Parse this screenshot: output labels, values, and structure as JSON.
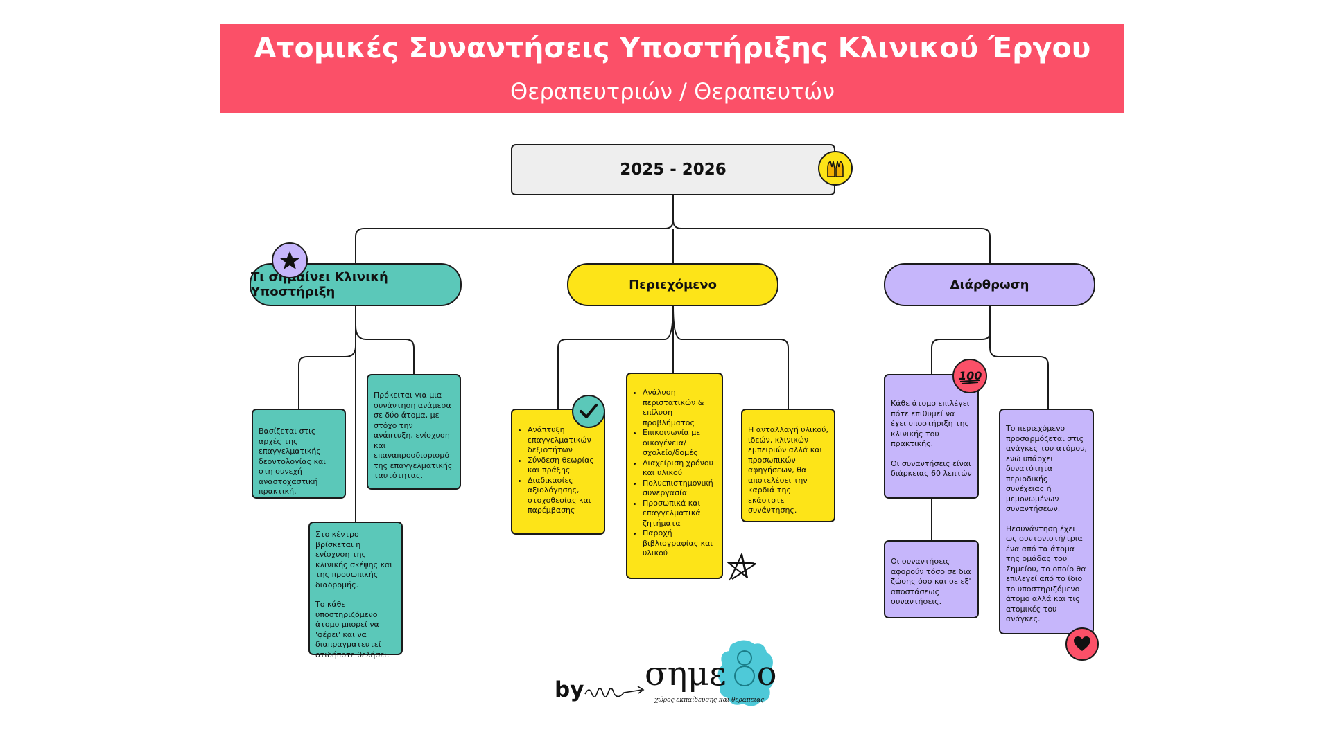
{
  "header": {
    "title": "Ατομικές Συναντήσεις Υποστήριξης Κλινικού Έργου",
    "subtitle": "Θεραπευτριών / Θεραπευτών"
  },
  "root": {
    "label": "2025 - 2026"
  },
  "branches": {
    "meaning": {
      "label": "Τι σημαίνει Κλινική Υποστήριξη",
      "box1": "Βασίζεται στις αρχές της επαγγελματικής δεοντολογίας και στη συνεχή αναστοχαστική πρακτική.",
      "box2": "Πρόκειται για μια συνάντηση ανάμεσα σε δύο άτομα, με στόχο την ανάπτυξη, ενίσχυση και επαναπροσδιορισμό της επαγγελματικής ταυτότητας.",
      "box3_p1": "Στο κέντρο βρίσκεται η ενίσχυση της κλινικής σκέψης και της προσωπικής διαδρομής.",
      "box3_p2": "Το κάθε υποστηριζόμενο άτομο μπορεί να 'φέρει' και να διαπραγματευτεί οτιδήποτε θελήσει."
    },
    "content": {
      "label": "Περιεχόμενο",
      "list1": [
        "Ανάπτυξη επαγγελματικών δεξιοτήτων",
        "Σύνδεση θεωρίας και πράξης",
        "Διαδικασίες αξιολόγησης, στοχοθεσίας και παρέμβασης"
      ],
      "list2": [
        "Ανάλυση περιστατικών & επίλυση προβλήματος",
        "Επικοινωνία με οικογένεια/ σχολείο/δομές",
        "Διαχείριση χρόνου και υλικού",
        "Πολυεπιστημονική συνεργασία",
        "Προσωπικά και επαγγελματικά ζητήματα",
        "Παροχή βιβλιογραφίας και υλικού"
      ],
      "box3": "Η ανταλλαγή υλικού, ιδεών, κλινικών εμπειριών αλλά και προσωπικών αφηγήσεων, θα αποτελέσει την καρδιά της εκάστοτε συνάντησης."
    },
    "structure": {
      "label": "Διάρθρωση",
      "box1_p1": "Κάθε άτομο επιλέγει πότε επιθυμεί να έχει υποστήριξη της κλινικής του πρακτικής.",
      "box1_p2": "Οι συναντήσεις είναι διάρκειας 60 λεπτών",
      "box2": "Οι συναντήσεις αφορούν τόσο σε δια ζώσης όσο και σε εξ' αποστάσεως συναντήσεις.",
      "box3_p1": "Το περιεχόμενο προσαρμόζεται στις ανάγκες του ατόμου, ενώ υπάρχει δυνατότητα περιοδικής συνέχειας ή μεμονωμένων συναντήσεων.",
      "box3_p2": "Ηεσυνάντηση έχει ως συντονιστή/τρια ένα από τα άτομα της ομάδας του Σημείου, το οποίο θα επιλεγεί από το ίδιο το υποστηριζόμενο άτομο αλλά και τις ατομικές του ανάγκες."
    }
  },
  "footer": {
    "by": "by",
    "logo": "σημε",
    "logo_end": "ο",
    "tagline": "χώρος εκπαίδευσης και θεραπείας"
  },
  "icons": {
    "root_badge": "raised-hands-icon",
    "meaning_badge": "star-icon",
    "content_badge": "check-icon",
    "content_doodle": "doodle-star-icon",
    "structure_badge": "hundred-points-icon",
    "structure_heart": "heart-icon"
  },
  "colors": {
    "banner": "#fb5068",
    "teal": "#5bc8b9",
    "yellow": "#fde418",
    "lavender": "#c6b6fb",
    "root_bg": "#eeeeee",
    "logo_splash": "#4ec9d8"
  }
}
